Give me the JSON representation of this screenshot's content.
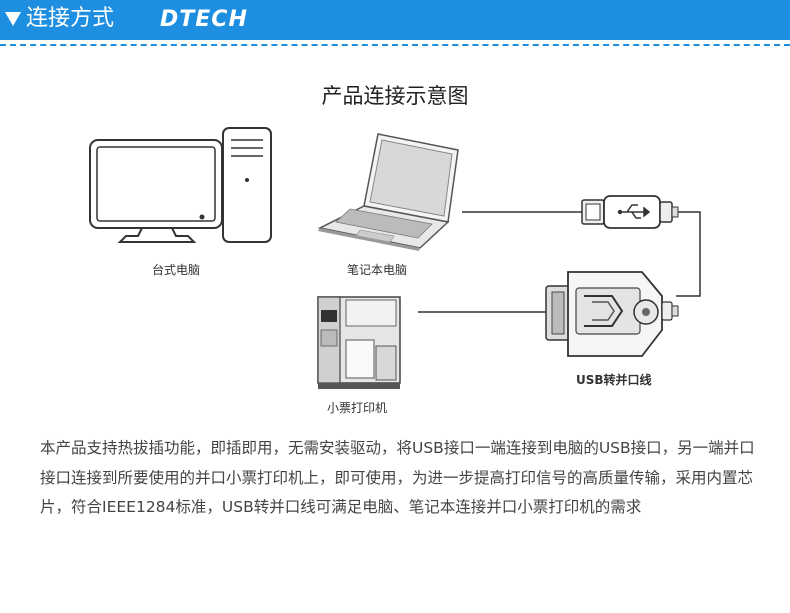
{
  "header": {
    "title": "连接方式",
    "brand": "DTECH"
  },
  "diagram": {
    "title": "产品连接示意图",
    "labels": {
      "desktop": "台式电脑",
      "laptop": "笔记本电脑",
      "printer": "小票打印机",
      "cable": "USB转并口线"
    },
    "colors": {
      "banner": "#1e8fe0"
    }
  },
  "description": "本产品支持热拔插功能，即插即用，无需安装驱动，将USB接口一端连接到电脑的USB接口，另一端并口接口连接到所要使用的并口小票打印机上，即可使用，为进一步提高打印信号的高质量传输，采用内置芯片，符合IEEE1284标准，USB转并口线可满足电脑、笔记本连接并口小票打印机的需求"
}
